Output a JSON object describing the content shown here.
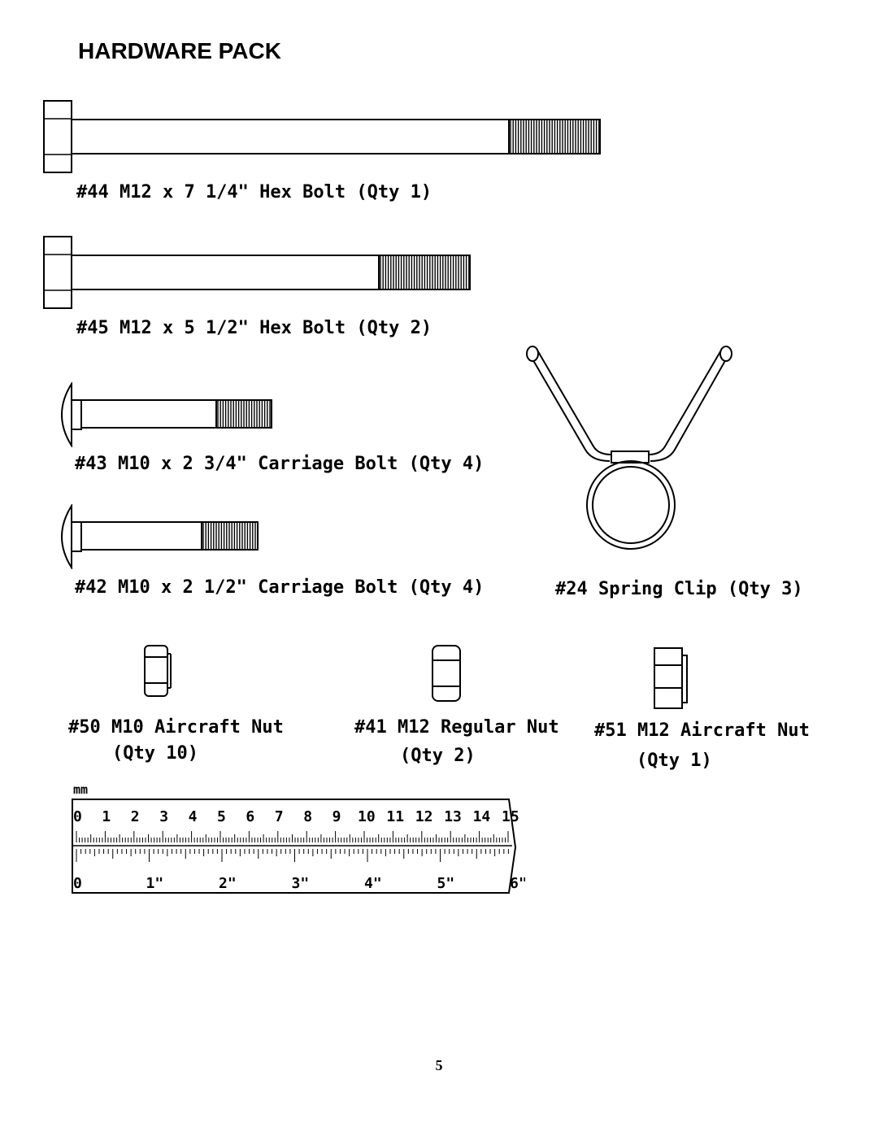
{
  "page": {
    "title": "HARDWARE PACK",
    "page_number": "5"
  },
  "parts": {
    "p44": {
      "label": "#44 M12 x 7 1/4\" Hex Bolt (Qty 1)"
    },
    "p45": {
      "label": "#45 M12 x 5 1/2\" Hex Bolt (Qty 2)"
    },
    "p43": {
      "label": "#43 M10 x 2 3/4\" Carriage Bolt (Qty 4)"
    },
    "p42": {
      "label": "#42 M10 x 2 1/2\" Carriage Bolt (Qty 4)"
    },
    "p24": {
      "label": "#24 Spring Clip (Qty 3)"
    },
    "p50": {
      "label": "#50 M10 Aircraft Nut",
      "qty": "(Qty 10)"
    },
    "p41": {
      "label": "#41 M12 Regular Nut",
      "qty": "(Qty 2)"
    },
    "p51": {
      "label": "#51 M12 Aircraft Nut",
      "qty": "(Qty 1)"
    }
  },
  "ruler": {
    "unit_label": "mm",
    "cm_labels": [
      "0",
      "1",
      "2",
      "3",
      "4",
      "5",
      "6",
      "7",
      "8",
      "9",
      "10",
      "11",
      "12",
      "13",
      "14",
      "15"
    ],
    "inch_labels": [
      "0",
      "1\"",
      "2\"",
      "3\"",
      "4\"",
      "5\"",
      "6\""
    ]
  }
}
